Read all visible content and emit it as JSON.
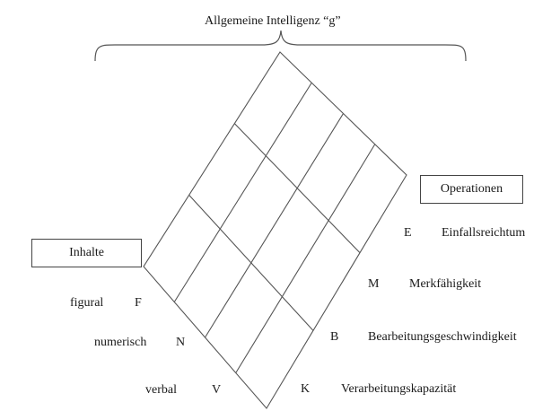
{
  "title": "Allgemeine Intelligenz “g”",
  "contents": {
    "label": "Inhalte",
    "items": [
      {
        "name": "figural",
        "code": "F"
      },
      {
        "name": "numerisch",
        "code": "N"
      },
      {
        "name": "verbal",
        "code": "V"
      }
    ]
  },
  "operations": {
    "label": "Operationen",
    "items": [
      {
        "code": "E",
        "name": "Einfallsreichtum"
      },
      {
        "code": "M",
        "name": "Merkfähigkeit"
      },
      {
        "code": "B",
        "name": "Bearbeitungsgeschwindigkeit"
      },
      {
        "code": "K",
        "name": "Verarbeitungskapazität"
      }
    ]
  }
}
